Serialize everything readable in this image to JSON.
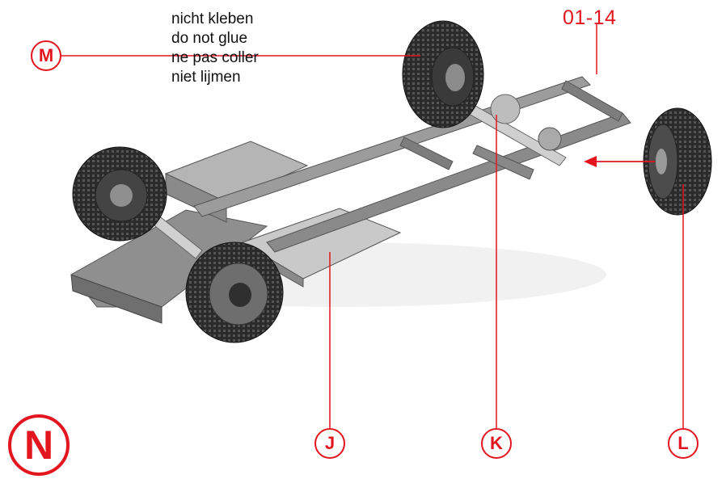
{
  "note": {
    "lines": [
      "nicht kleben",
      "do not glue",
      "ne pas coller",
      "niet lijmen"
    ]
  },
  "part_number": "01-14",
  "callouts": {
    "M": "M",
    "N": "N",
    "J": "J",
    "K": "K",
    "L": "L"
  },
  "colors": {
    "accent": "#e3161f",
    "chassis": "#9a9a9a",
    "tire": "#2a2a2a"
  }
}
